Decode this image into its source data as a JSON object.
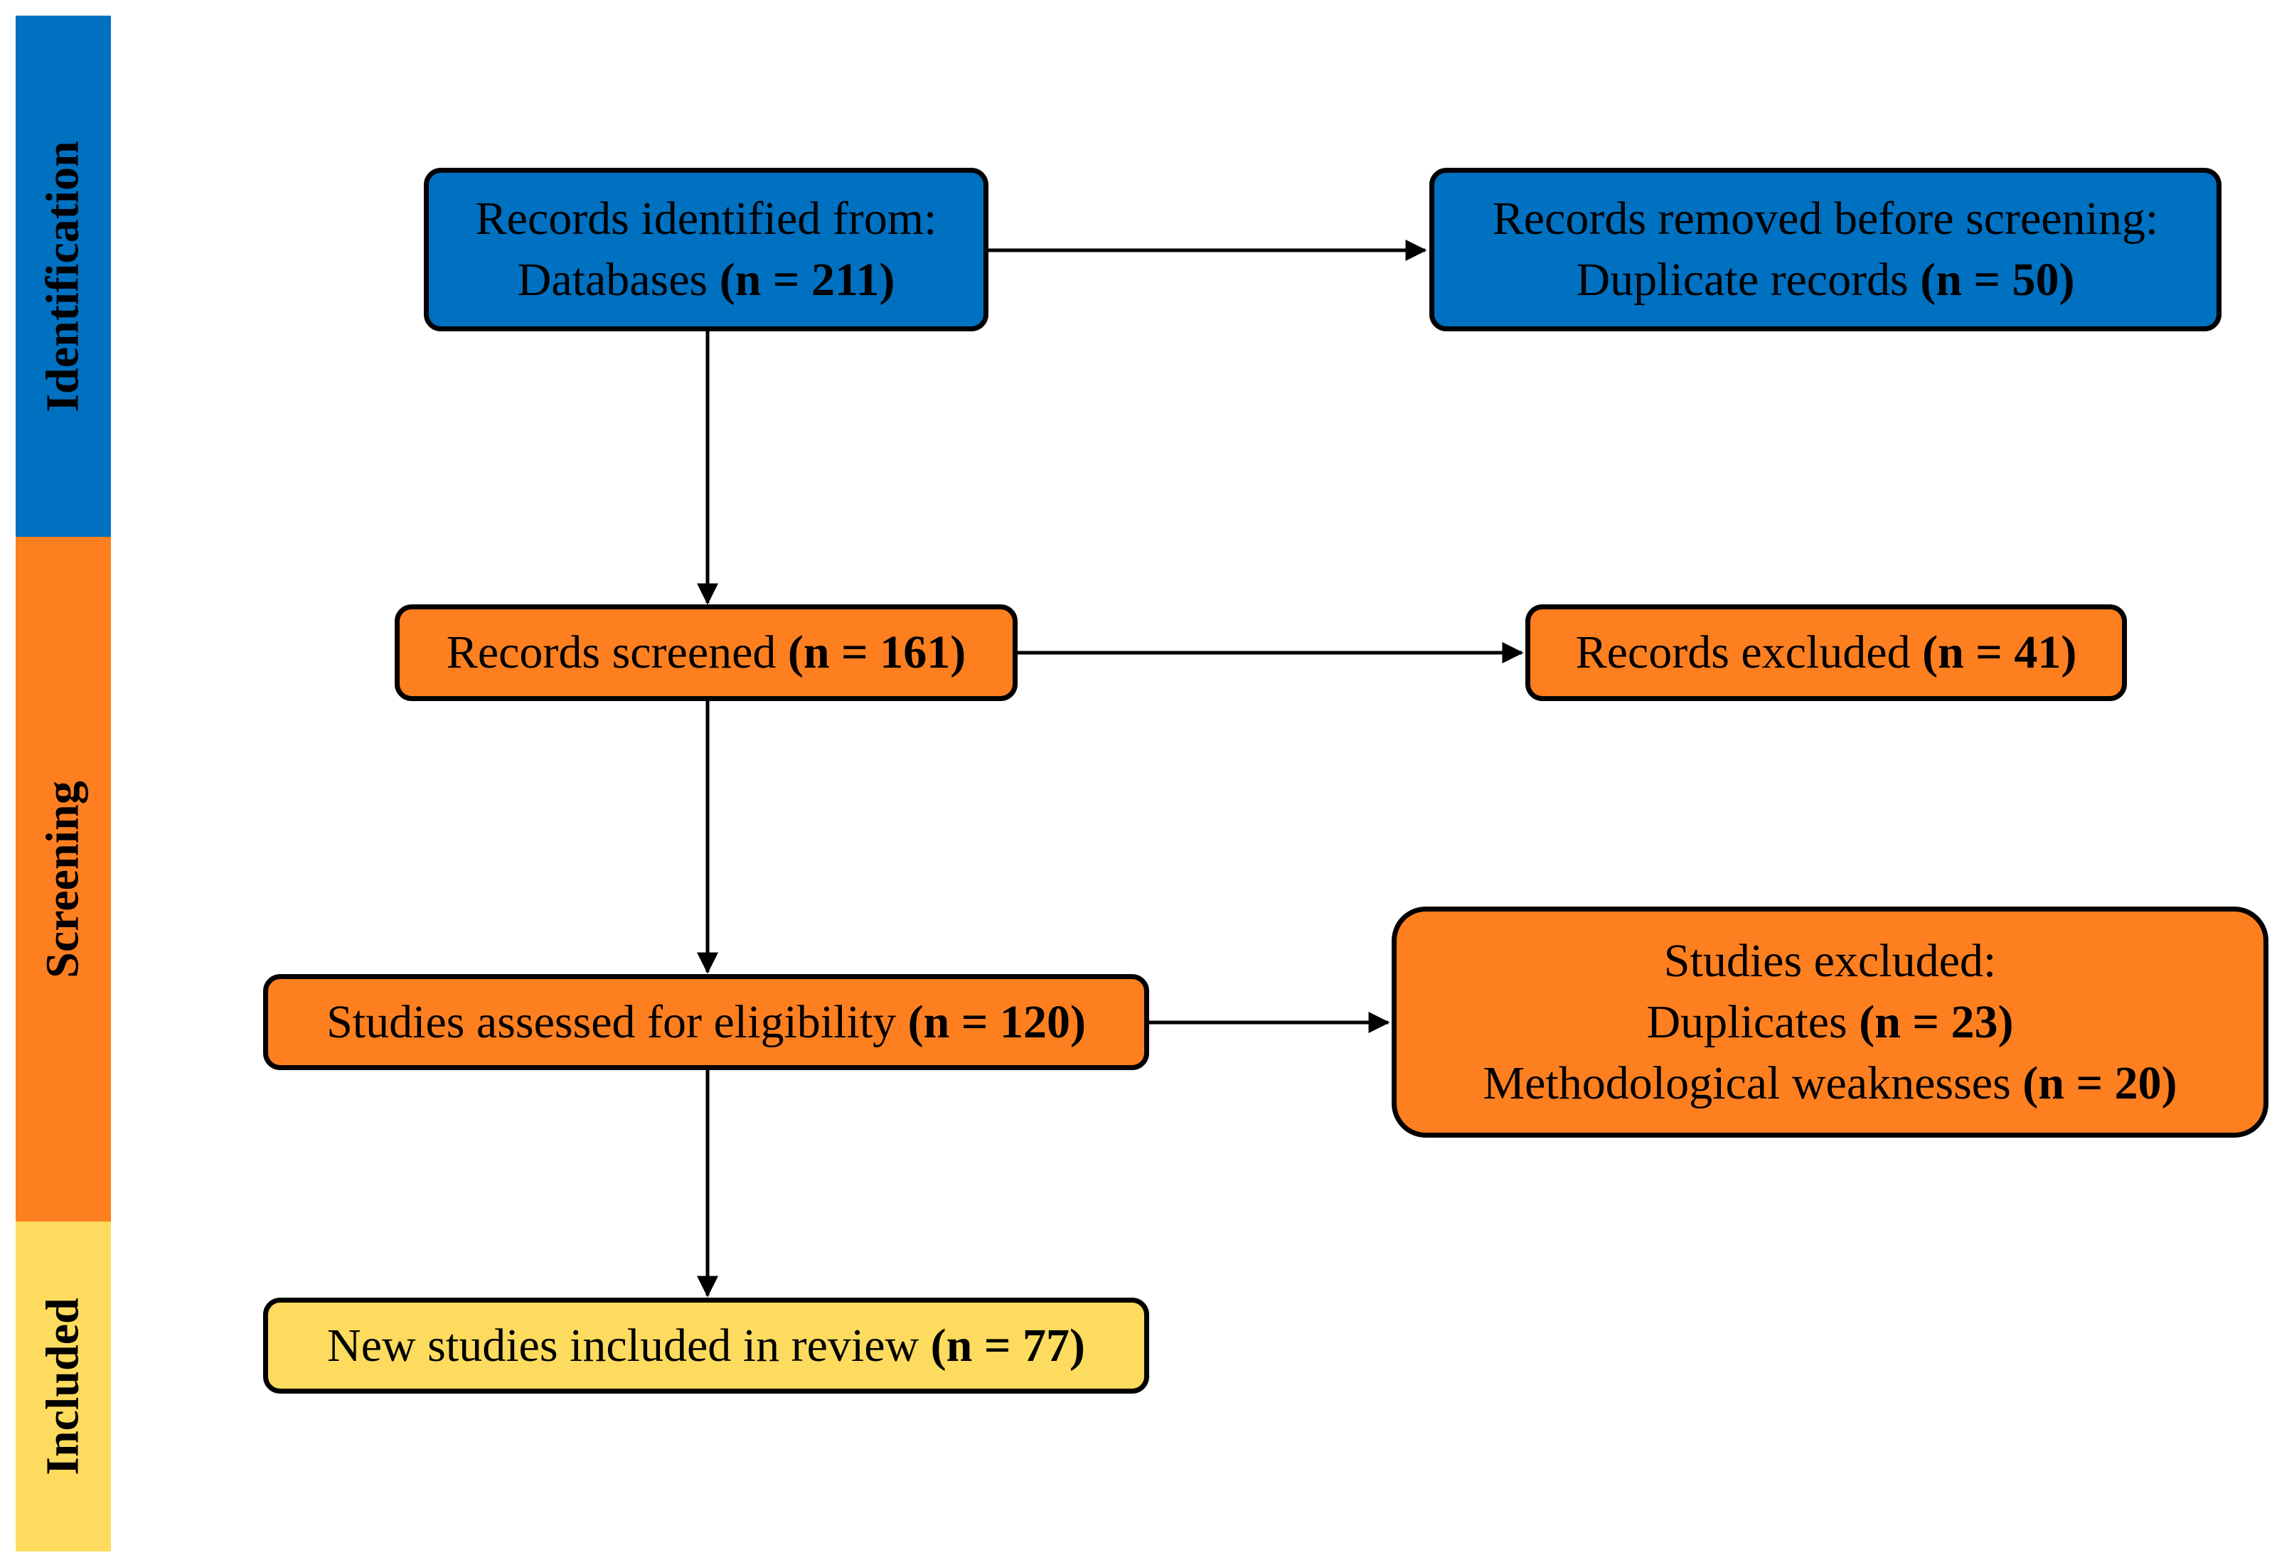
{
  "colors": {
    "identification": "#0070c0",
    "screening": "#fd7f20",
    "included": "#fddb5e",
    "stroke": "#000000"
  },
  "stages": {
    "identification": "Identification",
    "screening": "Screening",
    "included": "Included"
  },
  "boxes": {
    "identified": {
      "line1": "Records identified from:",
      "line2_text": "Databases ",
      "line2_count": "(n = 211)"
    },
    "removed": {
      "line1": "Records removed before screening:",
      "line2_text": "Duplicate records ",
      "line2_count": "(n = 50)"
    },
    "screened": {
      "text": "Records screened ",
      "count": "(n = 161)"
    },
    "records_excluded": {
      "text": "Records excluded ",
      "count": "(n = 41)"
    },
    "assessed": {
      "text": "Studies assessed for eligibility ",
      "count": "(n = 120)"
    },
    "studies_excluded": {
      "line1": "Studies excluded:",
      "line2_text": "Duplicates ",
      "line2_count": "(n = 23)",
      "line3_text": "Methodological weaknesses ",
      "line3_count": "(n = 20)"
    },
    "included": {
      "text": "New studies included in review ",
      "count": "(n = 77)"
    }
  }
}
